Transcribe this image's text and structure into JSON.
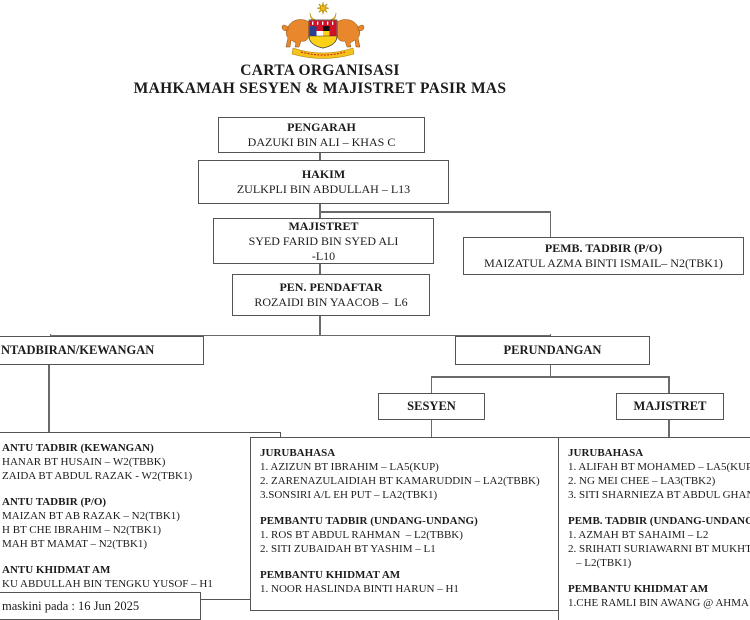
{
  "header": {
    "title_line1": "CARTA ORGANISASI",
    "title_line2": "MAHKAMAH SESYEN & MAJISTRET PASIR MAS"
  },
  "logo": {
    "icon": "malaysia-coat-of-arms"
  },
  "boxes": {
    "pengarah": {
      "title": "PENGARAH",
      "name": "DAZUKI BIN ALI – KHAS C"
    },
    "hakim": {
      "title": "HAKIM",
      "name": "ZULKPLI BIN ABDULLAH – L13"
    },
    "majistret": {
      "title": "MAJISTRET",
      "name": "SYED FARID BIN SYED ALI",
      "grade": "-L10"
    },
    "pemb_tadbir_po": {
      "title": "PEMB. TADBIR (P/O)",
      "name": "MAIZATUL AZMA BINTI ISMAIL– N2(TBK1)"
    },
    "pen_pendaftar": {
      "title": "PEN. PENDAFTAR",
      "name": "ROZAIDI BIN YAACOB –  L6"
    },
    "unit_pentadbiran": {
      "title": "NTADBIRAN/KEWANGAN"
    },
    "unit_perundangan": {
      "title": "PERUNDANGAN"
    },
    "unit_sesyen": {
      "title": "SESYEN"
    },
    "unit_majistret": {
      "title": "MAJISTRET"
    }
  },
  "lists": {
    "pentadbiran": {
      "lines": [
        "ANTU TADBIR (KEWANGAN)",
        "HANAR BT HUSAIN – W2(TBBK)",
        "ZAIDA BT ABDUL RAZAK - W2(TBK1)",
        "ANTU TADBIR (P/O)",
        "MAIZAN BT AB RAZAK – N2(TBK1)",
        "H BT CHE IBRAHIM – N2(TBK1)",
        "MAH BT MAMAT – N2(TBK1)",
        "ANTU KHIDMAT AM",
        "KU ABDULLAH BIN TENGKU YUSOF – H1"
      ]
    },
    "sesyen": {
      "lines": [
        "JURUBAHASA",
        "1. AZIZUN BT IBRAHIM – LA5(KUP)",
        "2. ZARENAZULAIDIAH BT KAMARUDDIN – LA2(TBBK)",
        "3.SONSIRI A/L EH PUT – LA2(TBK1)",
        "PEMBANTU TADBIR (UNDANG-UNDANG)",
        "1. ROS BT ABDUL RAHMAN  – L2(TBBK)",
        "2. SITI ZUBAIDAH BT YASHIM – L1",
        "PEMBANTU KHIDMAT AM",
        "1. NOOR HASLINDA BINTI HARUN – H1"
      ]
    },
    "majistret": {
      "lines": [
        "JURUBAHASA",
        "1. ALIFAH BT MOHAMED – LA5(KUP",
        "2. NG MEI CHEE – LA3(TBK2)",
        "3. SITI SHARNIEZA BT ABDUL GHAN",
        "PEMB. TADBIR (UNDANG-UNDANG",
        "1. AZMAH BT SAHAIMI – L2",
        "2. SRIHATI SURIAWARNI BT MUKHT",
        "– L2(TBK1)",
        "PEMBANTU KHIDMAT AM",
        "1.CHE RAMLI BIN AWANG @ AHMA"
      ]
    }
  },
  "footer": {
    "updated": "maskini pada : 16 Jun 2025"
  },
  "colors": {
    "border": "#545454",
    "line": "#6a6a6a",
    "text": "#1b1b1b",
    "crest_yellow": "#F6C21A",
    "crest_red": "#CE1126",
    "crest_tiger": "#E8872B"
  }
}
